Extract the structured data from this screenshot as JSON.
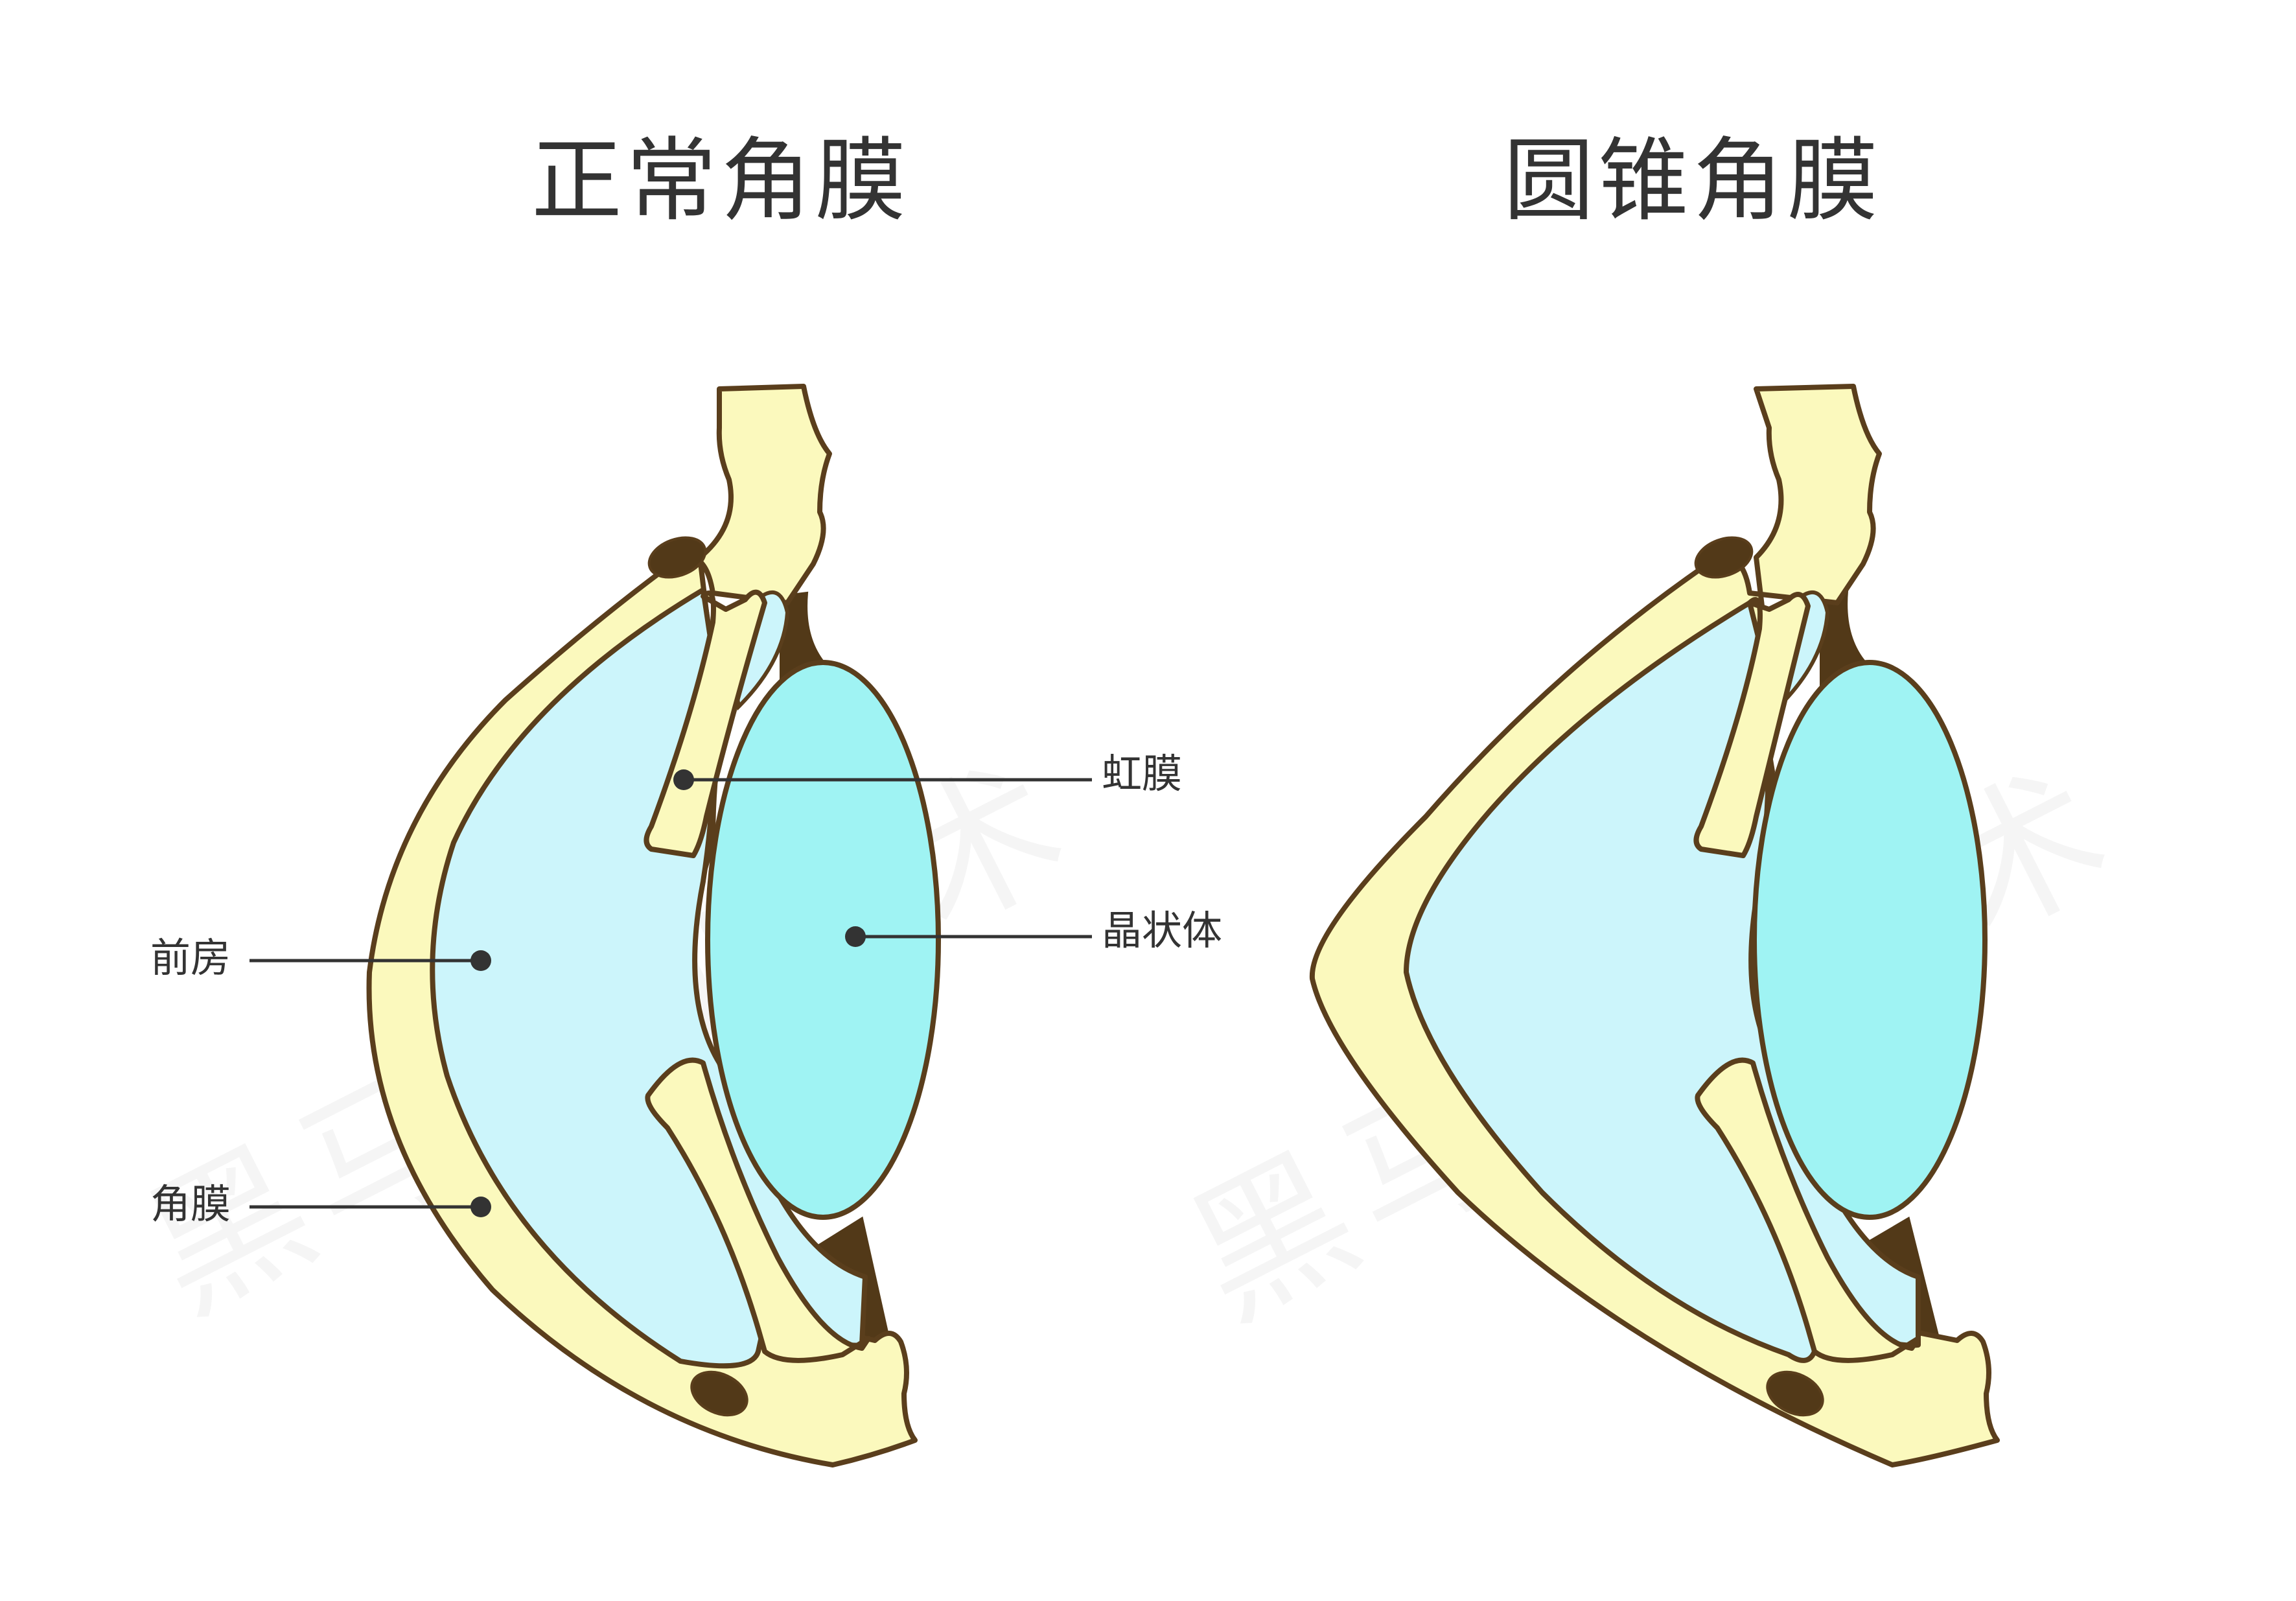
{
  "titles": {
    "normal": "正常角膜",
    "keratoconus": "圆锥角膜"
  },
  "labels": {
    "iris": "虹膜",
    "lens": "晶状体",
    "anterior_chamber": "前房",
    "cornea": "角膜"
  },
  "watermark": "黑马近视手术",
  "colors": {
    "cornea_fill": "#fbf9bd",
    "outline": "#5a3e1c",
    "chamber_fill": "#ccf5fb",
    "lens_fill": "#9ff3f3",
    "dark_tissue": "#523918",
    "text": "#333333"
  }
}
